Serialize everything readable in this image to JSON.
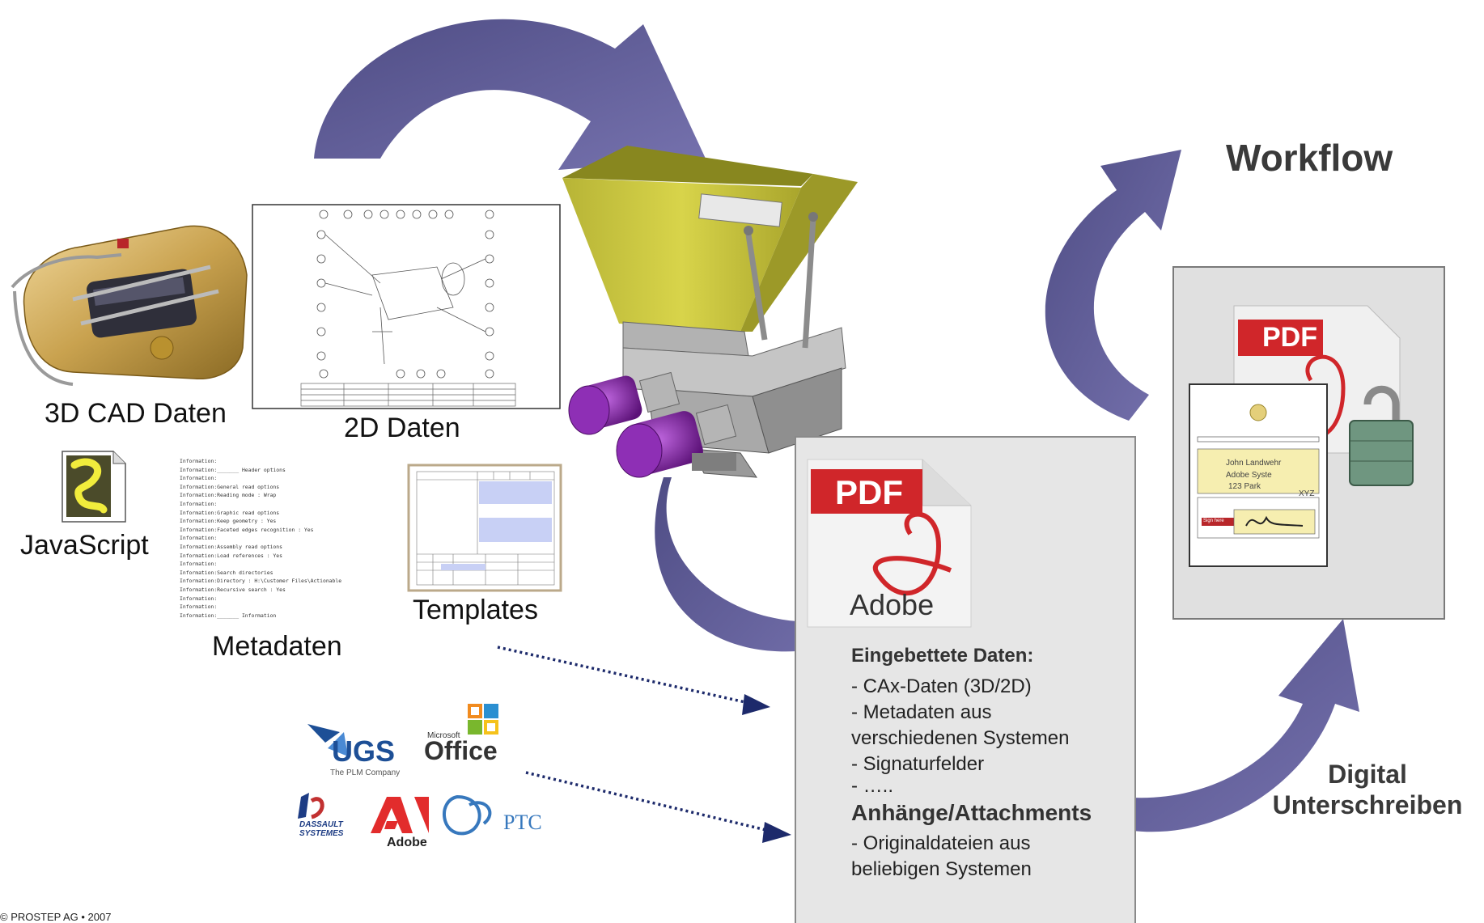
{
  "labels": {
    "cad3d": "3D CAD Daten",
    "data2d": "2D Daten",
    "javascript": "JavaScript",
    "metadaten": "Metadaten",
    "templates": "Templates",
    "workflow": "Workflow",
    "digital_sign": [
      "Digital",
      "Unterschreiben"
    ],
    "copyright": "© PROSTEP AG • 2007"
  },
  "embedded_panel": {
    "heading1": "Eingebettete Daten:",
    "items1": [
      "- CAx-Daten (3D/2D)",
      "- Metadaten aus",
      "verschiedenen Systemen",
      "- Signaturfelder",
      "- ….."
    ],
    "heading2": "Anhänge/Attachments",
    "items2": [
      "- Originaldateien aus",
      "beliebigen Systemen"
    ]
  },
  "pdf_icon": {
    "badge": "PDF",
    "brand": "Adobe"
  },
  "signed_doc": {
    "name": "John Landwehr",
    "company": "Adobe Syste",
    "address": "123 Park",
    "field": "XYZ",
    "sign_label": "Sign here"
  },
  "logos": {
    "ugs": "UGS",
    "ugs_tagline": "The PLM Company",
    "ms_small": "Microsoft",
    "ms_office": "Office",
    "dassault": [
      "DASSAULT",
      "SYSTEMES"
    ],
    "adobe": "Adobe",
    "ptc": "PTC"
  },
  "metadata_lines": [
    "Information:",
    "Information:_______ Header options",
    "Information:",
    "Information:General read options",
    "Information:Reading mode           : Wrap",
    "Information:",
    "Information:Graphic read options",
    "Information:Keep geometry                  : Yes",
    "Information:Faceted edges recognition      : Yes",
    "Information:",
    "Information:Assembly read options",
    "Information:Load references        : Yes",
    "Information:",
    "Information:Search directories",
    "Information:Directory          : H:\\Customer Files\\Actionable",
    "Information:Recursive search       : Yes",
    "Information:",
    "Information:",
    "Information:_______ Information"
  ],
  "colors": {
    "arrow": "#5c5a91",
    "arrow_light": "#7875b0",
    "funnel": "#c8c43a",
    "motor": "#7a2a9c",
    "panel": "#e6e6e6",
    "pdf_red": "#d0262a"
  }
}
